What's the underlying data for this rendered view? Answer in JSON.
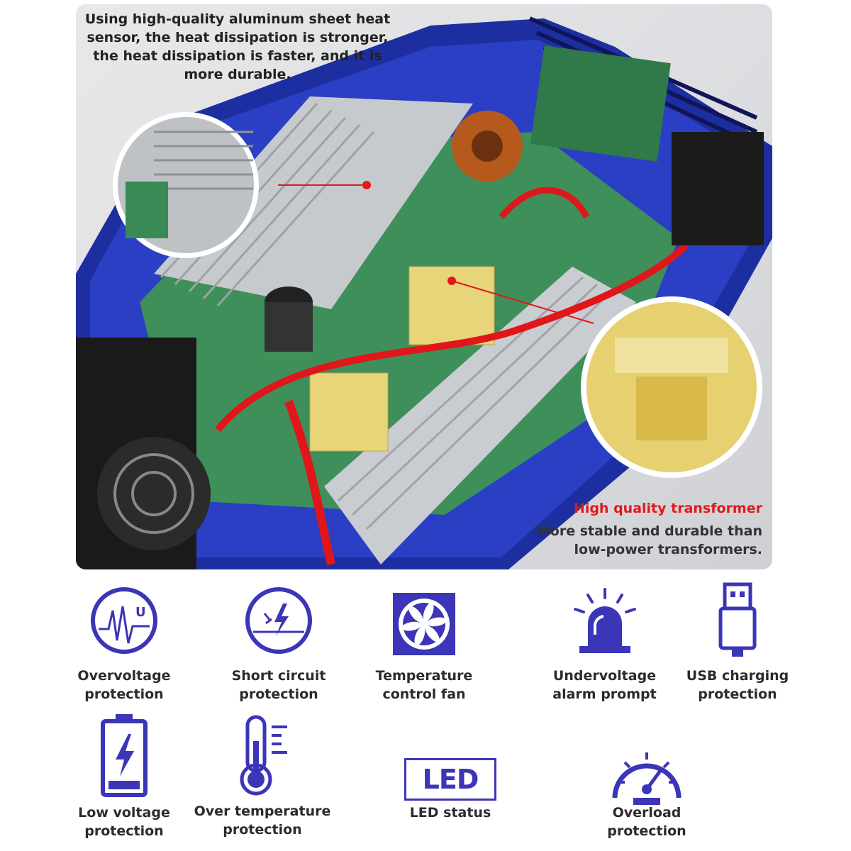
{
  "photo": {
    "caption_top": "Using high-quality aluminum sheet heat sensor, the heat dissipation is stronger, the heat dissipation is faster, and it is more durable.",
    "caption_red": "High quality transformer",
    "caption_sub": "More stable and durable than low-power transformers."
  },
  "features": [
    {
      "label": "Overvoltage protection",
      "icon": "overvoltage-icon"
    },
    {
      "label": "Short circuit protection",
      "icon": "short-circuit-icon"
    },
    {
      "label": "Temperature control fan",
      "icon": "fan-icon"
    },
    {
      "label": "Undervoltage alarm prompt",
      "icon": "alarm-light-icon"
    },
    {
      "label": "USB charging protection",
      "icon": "usb-icon"
    },
    {
      "label": "Low voltage protection",
      "icon": "battery-icon"
    },
    {
      "label": "Over temperature protection",
      "icon": "thermometer-icon"
    },
    {
      "label": "LED status",
      "icon": "led-icon",
      "icon_text": "LED"
    },
    {
      "label": "Overload protection",
      "icon": "gauge-icon"
    }
  ],
  "colors": {
    "icon_blue": "#3b35b8",
    "accent_red": "#e01a1a"
  }
}
